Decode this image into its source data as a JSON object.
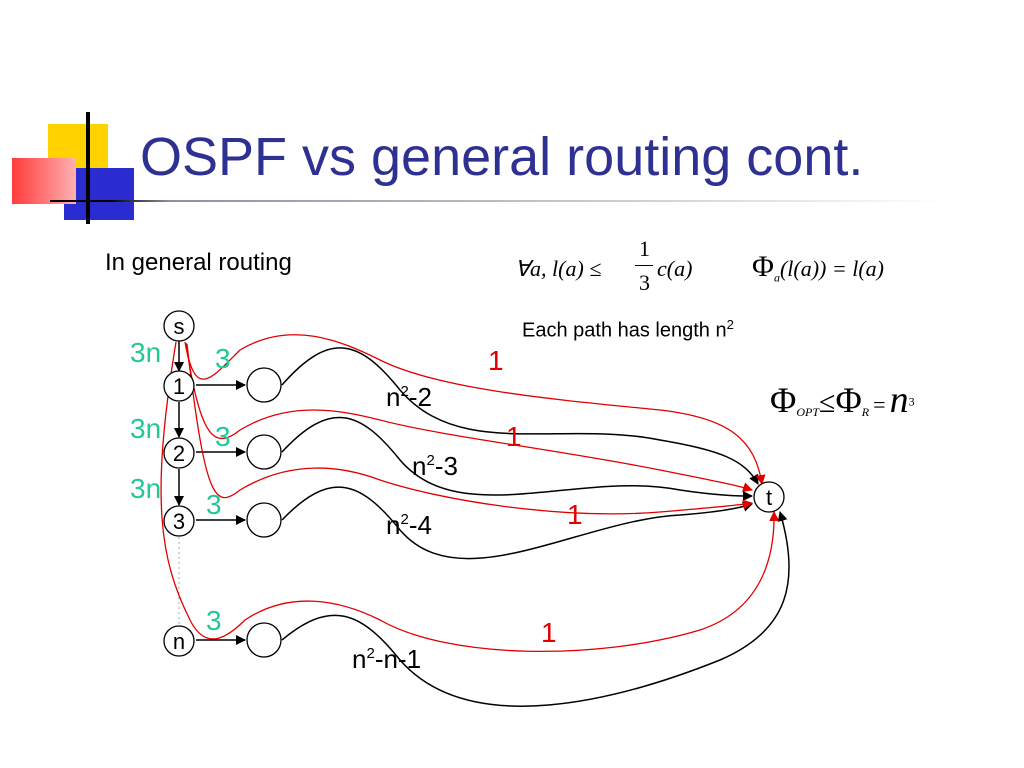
{
  "slide": {
    "title": "OSPF vs general routing cont.",
    "intro": "In general routing",
    "path_length_text": "Each path has length n",
    "path_length_sup": "2"
  },
  "formulas": {
    "constraint": {
      "forall": "∀a, l(a) ≤",
      "num": "1",
      "den": "3",
      "tail": "c(a)"
    },
    "potential": {
      "phi": "Φ",
      "sub": "a",
      "rest": "(l(a)) = l(a)"
    },
    "result": {
      "phi1": "Φ",
      "sub1": "OPT",
      "le": "≤",
      "phi2": "Φ",
      "sub2": "R",
      "eq": "=",
      "n": "n",
      "exp": "3"
    }
  },
  "nodes": {
    "s": "s",
    "n1": "1",
    "n2": "2",
    "n3": "3",
    "nn": "n",
    "t": "t"
  },
  "labels": {
    "weight_3n": "3n",
    "weight_3": "3",
    "weight_1": "1",
    "paths": [
      {
        "base": "n",
        "sup": "2",
        "tail": "-2"
      },
      {
        "base": "n",
        "sup": "2",
        "tail": "-3"
      },
      {
        "base": "n",
        "sup": "2",
        "tail": "-4"
      },
      {
        "base": "n",
        "sup": "2",
        "tail": "-n-1"
      }
    ]
  },
  "colors": {
    "title": "#2e3092",
    "flow": "#e00000",
    "weights": "#20c997"
  }
}
